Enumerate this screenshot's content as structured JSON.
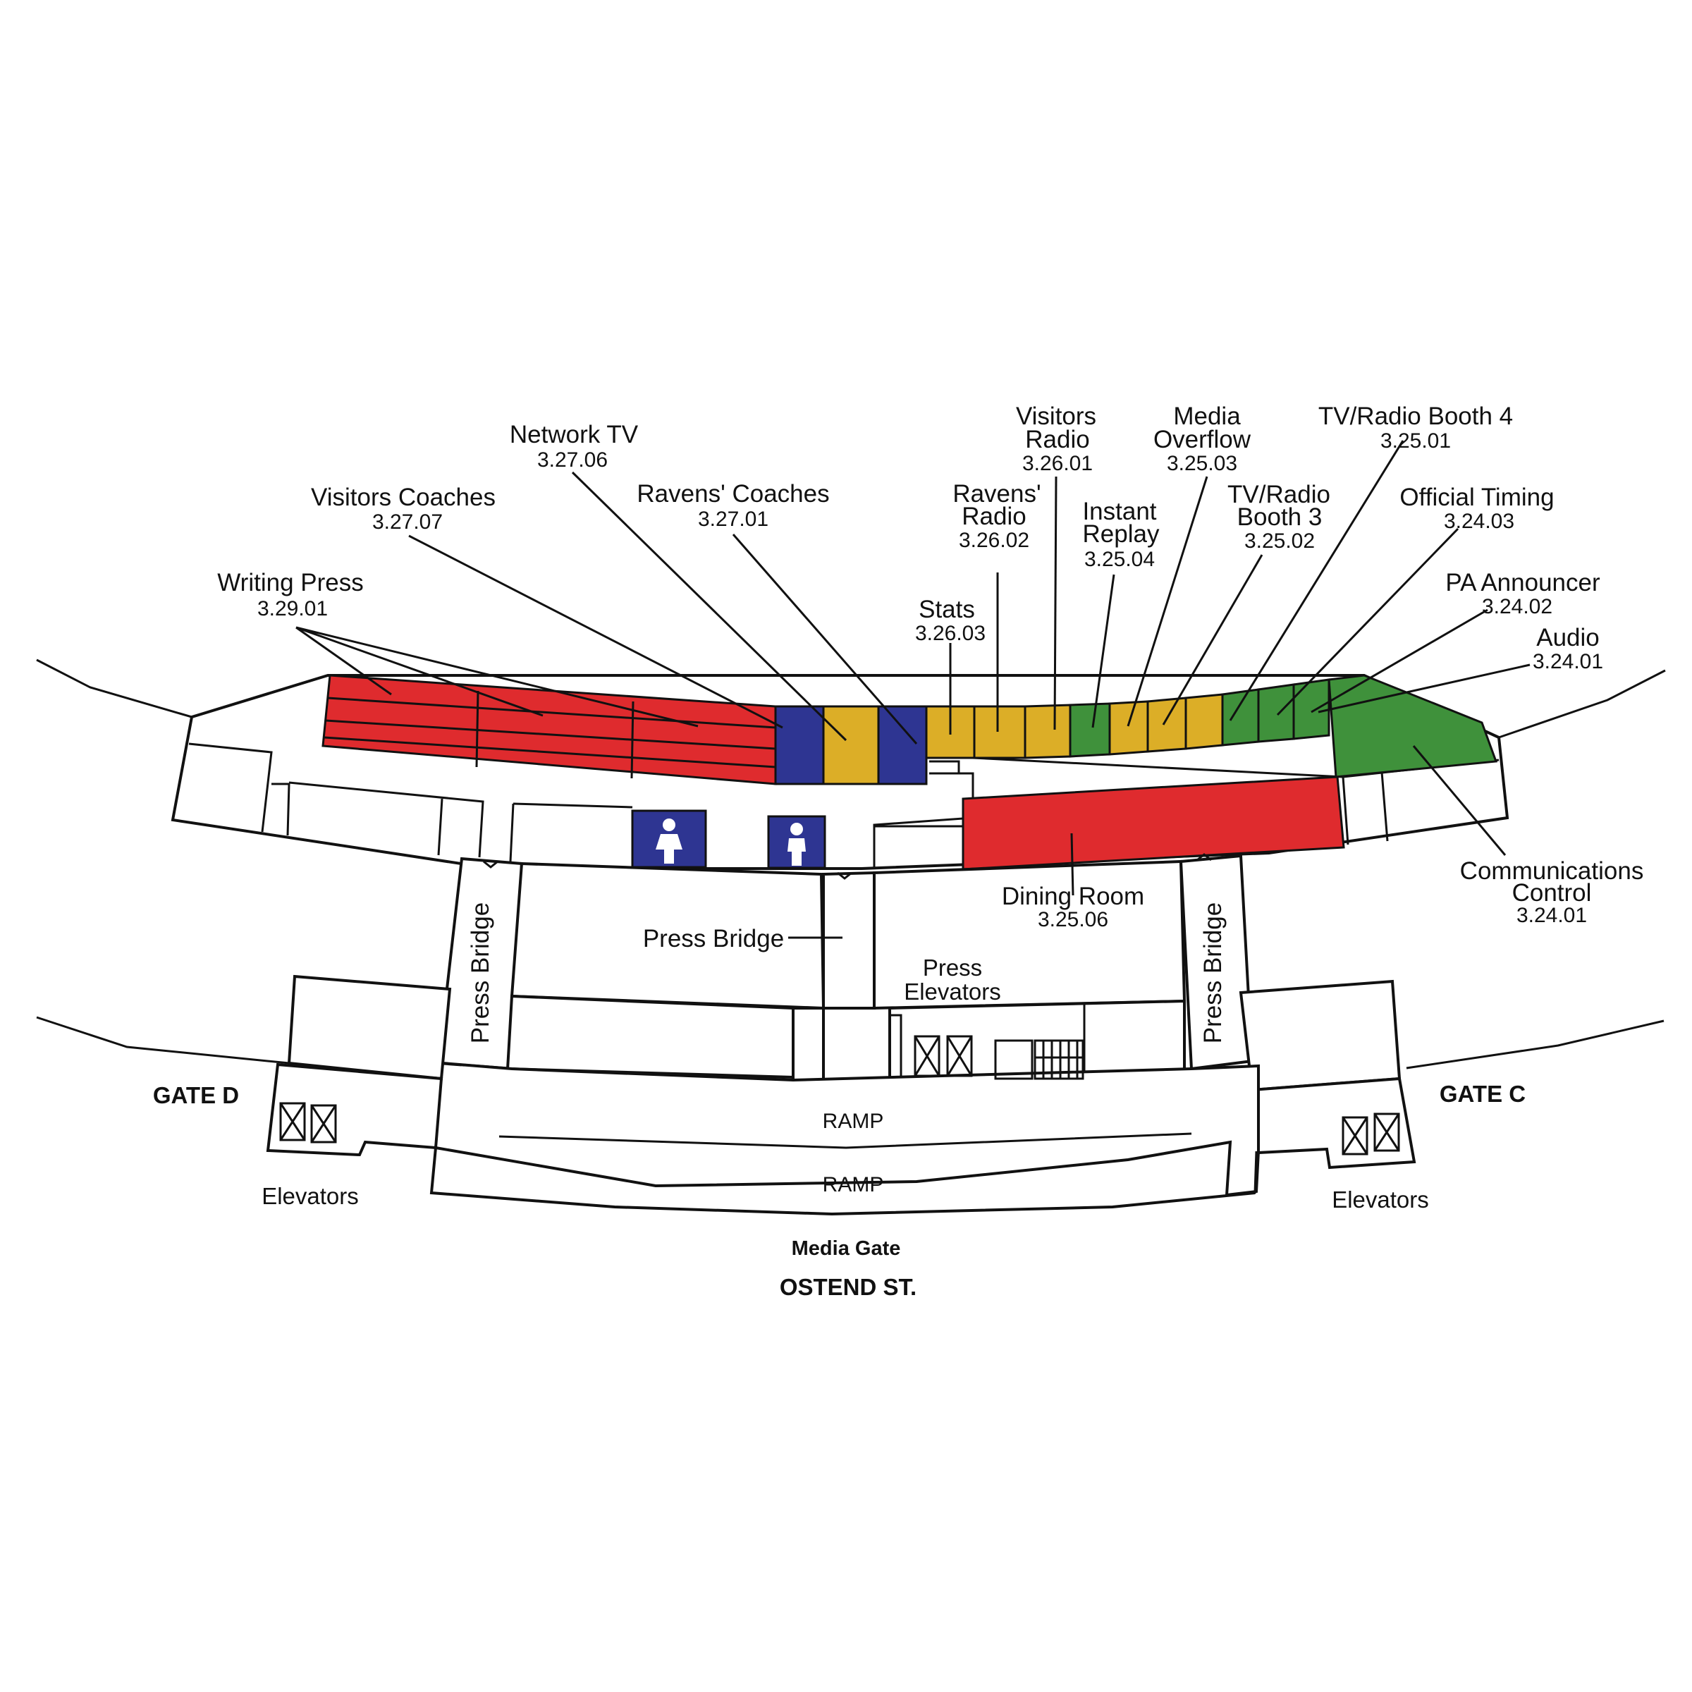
{
  "colors": {
    "red": "#df2b2e",
    "blue": "#2e3592",
    "yellow": "#dcae27",
    "green": "#3f913b",
    "outline": "#111111",
    "background": "#ffffff"
  },
  "rooms": {
    "writing_press": {
      "name": "Writing Press",
      "number": "3.29.01"
    },
    "visitors_coaches": {
      "name": "Visitors Coaches",
      "number": "3.27.07"
    },
    "network_tv": {
      "name": "Network TV",
      "number": "3.27.06"
    },
    "ravens_coaches": {
      "name": "Ravens' Coaches",
      "number": "3.27.01"
    },
    "stats": {
      "name": "Stats",
      "number": "3.26.03"
    },
    "ravens_radio": {
      "name_line1": "Ravens'",
      "name_line2": "Radio",
      "number": "3.26.02"
    },
    "visitors_radio": {
      "name_line1": "Visitors",
      "name_line2": "Radio",
      "number": "3.26.01"
    },
    "instant_replay": {
      "name_line1": "Instant",
      "name_line2": "Replay",
      "number": "3.25.04"
    },
    "media_overflow": {
      "name_line1": "Media",
      "name_line2": "Overflow",
      "number": "3.25.03"
    },
    "tv_radio_booth_3": {
      "name_line1": "TV/Radio",
      "name_line2": "Booth 3",
      "number": "3.25.02"
    },
    "tv_radio_booth_4": {
      "name": "TV/Radio Booth 4",
      "number": "3.25.01"
    },
    "official_timing": {
      "name": "Official Timing",
      "number": "3.24.03"
    },
    "pa_announcer": {
      "name": "PA Announcer",
      "number": "3.24.02"
    },
    "audio": {
      "name": "Audio",
      "number": "3.24.01"
    },
    "communications_control": {
      "name_line1": "Communications",
      "name_line2": "Control",
      "number": "3.24.01"
    },
    "dining_room": {
      "name": "Dining Room",
      "number": "3.25.06"
    }
  },
  "labels": {
    "press_bridge_left": "Press Bridge",
    "press_bridge_center": "Press Bridge",
    "press_bridge_right": "Press Bridge",
    "press_elevators_line1": "Press",
    "press_elevators_line2": "Elevators",
    "ramp_upper": "RAMP",
    "ramp_lower": "RAMP",
    "gate_d": "GATE D",
    "gate_c": "GATE C",
    "elevators_left": "Elevators",
    "elevators_right": "Elevators",
    "media_gate": "Media Gate",
    "street": "OSTEND ST."
  },
  "icons": {
    "restroom_women": "women-restroom-icon",
    "restroom_men": "men-restroom-icon",
    "elevator": "elevator-icon",
    "stairs": "stairs-icon",
    "door": "door-icon"
  }
}
